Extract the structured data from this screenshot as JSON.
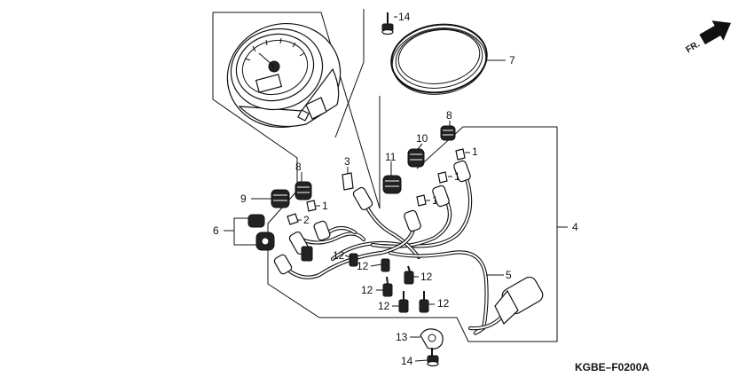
{
  "diagram_code": "KGBE–F0200A",
  "direction_label": "FR.",
  "callouts": [
    {
      "id": "c14a",
      "label": "14"
    },
    {
      "id": "c7",
      "label": "7"
    },
    {
      "id": "c8a",
      "label": "8"
    },
    {
      "id": "c10",
      "label": "10"
    },
    {
      "id": "c1a",
      "label": "1"
    },
    {
      "id": "c11",
      "label": "11"
    },
    {
      "id": "c1b",
      "label": "1"
    },
    {
      "id": "c3",
      "label": "3"
    },
    {
      "id": "c8b",
      "label": "8"
    },
    {
      "id": "c9",
      "label": "9"
    },
    {
      "id": "c1c",
      "label": "1"
    },
    {
      "id": "c1d",
      "label": "1"
    },
    {
      "id": "c2",
      "label": "2"
    },
    {
      "id": "c4",
      "label": "4"
    },
    {
      "id": "c6",
      "label": "6"
    },
    {
      "id": "c12a",
      "label": "12"
    },
    {
      "id": "c12b",
      "label": "12"
    },
    {
      "id": "c5",
      "label": "5"
    },
    {
      "id": "c12c",
      "label": "12"
    },
    {
      "id": "c12d",
      "label": "12"
    },
    {
      "id": "c12e",
      "label": "12"
    },
    {
      "id": "c13",
      "label": "13"
    },
    {
      "id": "c14b",
      "label": "14"
    }
  ]
}
